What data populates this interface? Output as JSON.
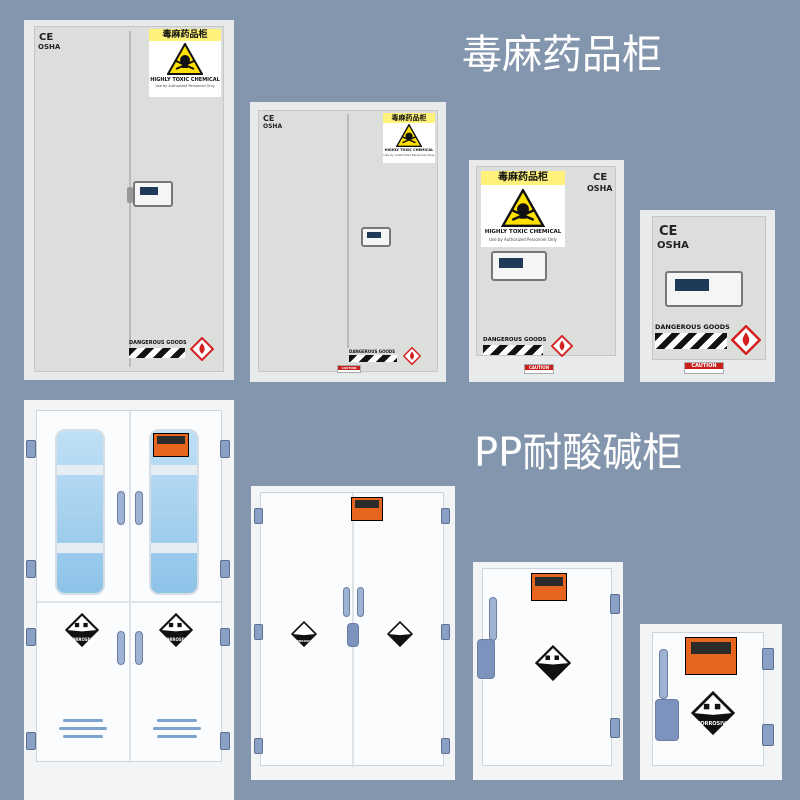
{
  "headings": {
    "toxic_title": "毒麻药品柜",
    "acid_title": "PP耐酸碱柜"
  },
  "toxic_cabinets": [
    {
      "label_title": "毒麻药品柜",
      "label_sub": "HIGHLY TOXIC CHEMICAL",
      "label_fine": "Use by Authorized Personnel Only",
      "mark_ce": "CE",
      "mark_osha": "OSHA",
      "bottom_text": "DANGEROUS GOODS"
    },
    {
      "label_title": "毒麻药品柜",
      "label_sub": "HIGHLY TOXIC CHEMICAL",
      "label_fine": "Use by Authorized Personnel Only",
      "mark_ce": "CE",
      "mark_osha": "OSHA",
      "bottom_text": "DANGEROUS GOODS",
      "caution": "CAUTION"
    },
    {
      "label_title": "毒麻药品柜",
      "label_sub": "HIGHLY TOXIC CHEMICAL",
      "label_fine": "Use by Authorized Personnel Only",
      "mark_ce": "CE",
      "mark_osha": "OSHA",
      "bottom_text": "DANGEROUS GOODS",
      "caution": "CAUTION"
    },
    {
      "mark_ce": "CE",
      "mark_osha": "OSHA",
      "bottom_text": "DANGEROUS GOODS",
      "caution": "CAUTION"
    }
  ],
  "acid_cabinets": [
    {
      "corrosive": "CORROSIVE"
    },
    {
      "corrosive": "CORROSIVE"
    },
    {
      "corrosive": "CORROSIVE"
    },
    {
      "corrosive": "CORROSIVE"
    }
  ],
  "icons": [
    "skull-crossbones-icon",
    "flame-hazard-icon",
    "corrosive-hazard-icon",
    "electronic-lock-icon"
  ]
}
